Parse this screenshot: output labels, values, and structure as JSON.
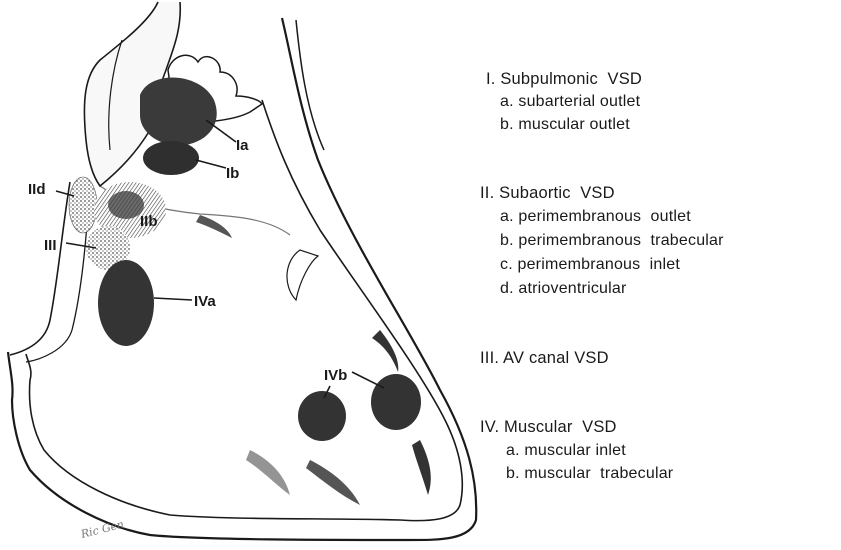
{
  "diagram_labels": {
    "ia": "Ia",
    "ib": "Ib",
    "iid": "IId",
    "iib": "IIb",
    "iii": "III",
    "iva": "IVa",
    "ivb": "IVb"
  },
  "legend": {
    "groups": [
      {
        "heading": "I. Subpulmonic  VSD",
        "items": [
          "a. subarterial outlet",
          "b. muscular outlet"
        ]
      },
      {
        "heading": "II. Subaortic  VSD",
        "items": [
          "a. perimembranous  outlet",
          "b. perimembranous  trabecular",
          "c. perimembranous  inlet",
          "d. atrioventricular"
        ]
      },
      {
        "heading": "III. AV canal VSD",
        "items": []
      },
      {
        "heading": "IV. Muscular  VSD",
        "items": [
          "a. muscular inlet",
          "b. muscular  trabecular"
        ]
      }
    ]
  },
  "signature": "Ric Gen"
}
